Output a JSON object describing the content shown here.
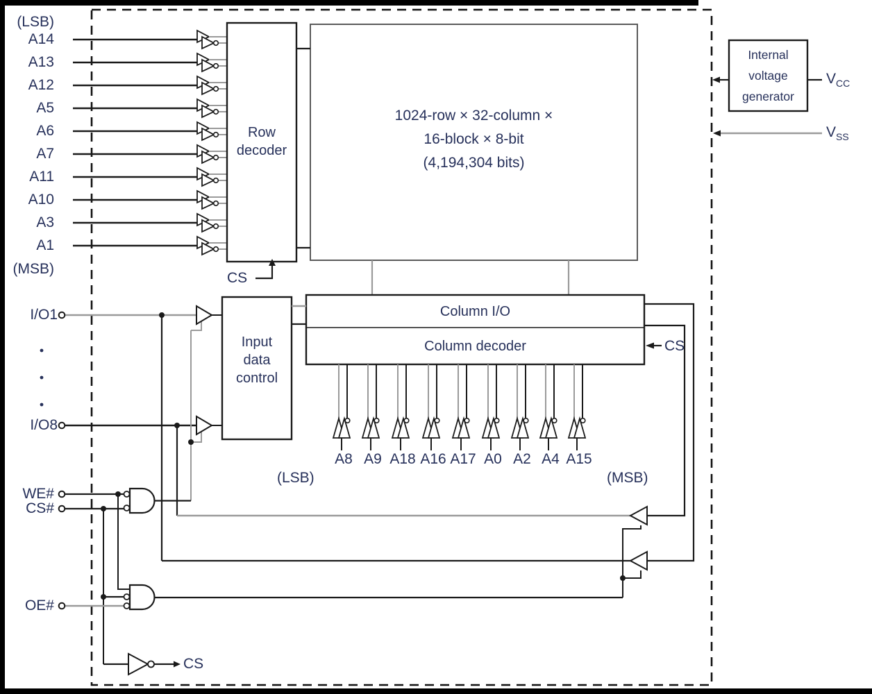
{
  "chip": {
    "row_address": {
      "lsb": "(LSB)",
      "msb": "(MSB)",
      "pins": [
        "A14",
        "A13",
        "A12",
        "A5",
        "A6",
        "A7",
        "A11",
        "A10",
        "A3",
        "A1"
      ]
    },
    "row_decoder": {
      "label": "Row decoder",
      "cs_label": "CS"
    },
    "memory_array": {
      "line1": "1024-row × 32-column ×",
      "line2": "16-block × 8-bit",
      "line3": "(4,194,304 bits)"
    },
    "column_io": {
      "label": "Column I/O"
    },
    "column_decoder": {
      "label": "Column decoder",
      "cs_label": "CS"
    },
    "column_address": {
      "lsb": "(LSB)",
      "msb": "(MSB)",
      "pins": [
        "A8",
        "A9",
        "A18",
        "A16",
        "A17",
        "A0",
        "A2",
        "A4",
        "A15"
      ]
    },
    "io_ports": {
      "first": "I/O1",
      "last": "I/O8"
    },
    "input_data_control": {
      "label": "Input data control"
    },
    "control_inputs": {
      "we": "WE#",
      "cs": "CS#",
      "oe": "OE#"
    },
    "cs_generator": {
      "label": "CS"
    },
    "voltage": {
      "generator_label": "Internal voltage generator",
      "vcc": "V",
      "vcc_sub": "CC",
      "vss": "V",
      "vss_sub": "SS"
    }
  },
  "colors": {
    "line": "#1a1a1a",
    "gray_line": "#9a9a9a",
    "text": "#26305a"
  }
}
